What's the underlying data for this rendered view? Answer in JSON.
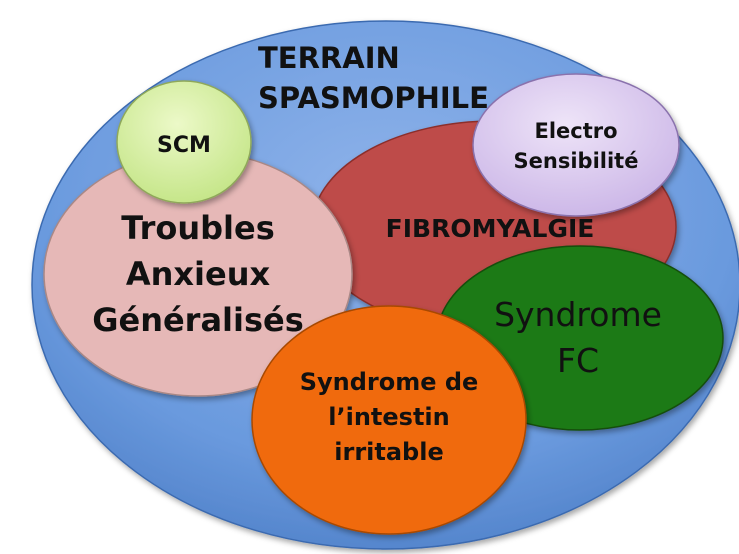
{
  "diagram": {
    "outer": {
      "line1": "TERRAIN",
      "line2": "SPASMOPHILE"
    },
    "scm": {
      "label": "SCM"
    },
    "electro": {
      "line1": "Electro",
      "line2": "Sensibilité"
    },
    "fibro": {
      "label": "FIBROMYALGIE"
    },
    "troubles": {
      "line1": "Troubles",
      "line2": "Anxieux",
      "line3": "Généralisés"
    },
    "syndrome_fc": {
      "line1": "Syndrome",
      "line2": "FC"
    },
    "intestin": {
      "line1": "Syndrome de",
      "line2": "l’intestin",
      "line3": "irritable"
    }
  },
  "colors": {
    "outer": "#5d8fd8",
    "fibro": "#be4b48",
    "troubles": "#e6b8b7",
    "scm": "#d7f0a2",
    "electro": "#d9c8ee",
    "syndrome_fc": "#1e7a12",
    "intestin": "#f06a0a"
  }
}
